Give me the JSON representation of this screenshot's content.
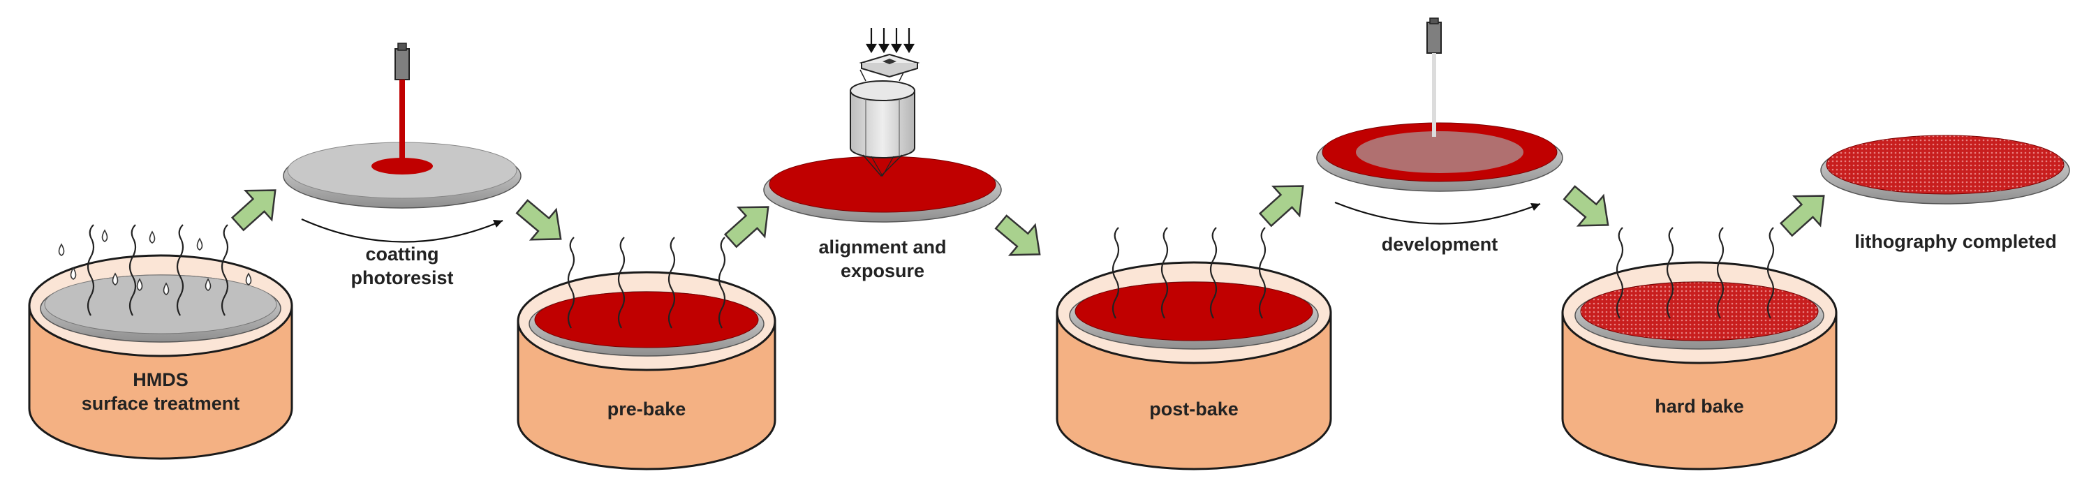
{
  "steps": [
    {
      "id": "hmds",
      "label_line1": "HMDS",
      "label_line2": "surface treatment"
    },
    {
      "id": "coating",
      "label_line1": "coatting",
      "label_line2": "photoresist"
    },
    {
      "id": "pre_bake",
      "label": "pre-bake"
    },
    {
      "id": "alignment",
      "label_line1": "alignment and",
      "label_line2": "exposure"
    },
    {
      "id": "post_bake",
      "label": "post-bake"
    },
    {
      "id": "development",
      "label": "development"
    },
    {
      "id": "hard_bake",
      "label": "hard bake"
    },
    {
      "id": "completed",
      "label": "lithography completed"
    }
  ],
  "colors": {
    "oven_body": "#F4B183",
    "oven_inner": "#FBE5D6",
    "wafer_gray": "#BFBFBF",
    "photoresist_red": "#C00000",
    "developed_center": "#B07070",
    "arrow_green": "#A9D18E",
    "outline": "#1a1a1a"
  },
  "icons": [
    "oven-icon",
    "wafer-icon",
    "vapor-icon",
    "droplet-icon",
    "nozzle-icon",
    "mask-icon",
    "lens-icon",
    "process-arrow-icon",
    "rotation-arrow-icon"
  ]
}
